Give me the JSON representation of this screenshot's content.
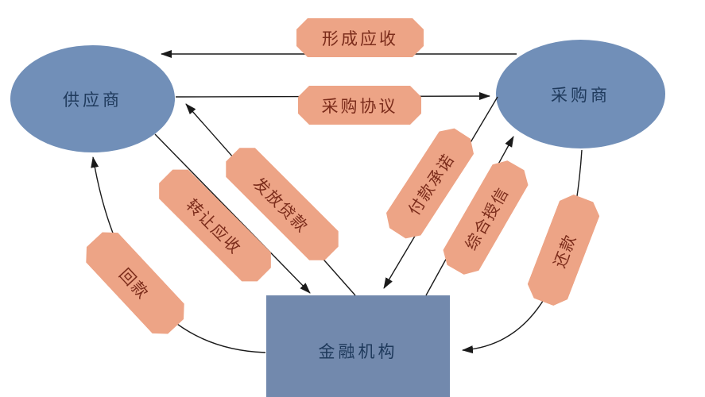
{
  "diagram": {
    "colors": {
      "node_fill": "#718fb8",
      "rect_fill": "#7289ad",
      "node_text": "#1f3a5c",
      "label_fill": "#eda486",
      "label_text": "#7b2c1b",
      "line_color": "#1a1a1a"
    },
    "nodes": {
      "supplier": {
        "label": "供应商"
      },
      "purchaser": {
        "label": "采购商"
      },
      "financial_institution": {
        "label": "金融机构"
      }
    },
    "edges": {
      "form_receivable": {
        "label": "形成应收",
        "from": "purchaser",
        "to": "supplier"
      },
      "purchase_agreement": {
        "label": "采购协议",
        "from": "supplier",
        "to": "purchaser"
      },
      "issue_loan": {
        "label": "发放贷款",
        "from": "financial_institution",
        "to": "supplier"
      },
      "transfer_receivable": {
        "label": "转让应收",
        "from": "supplier",
        "to": "financial_institution"
      },
      "collect_payment": {
        "label": "回款",
        "from": "financial_institution",
        "to": "supplier"
      },
      "payment_commitment": {
        "label": "付款承诺",
        "from": "purchaser",
        "to": "financial_institution"
      },
      "comprehensive_credit": {
        "label": "综合授信",
        "from": "financial_institution",
        "to": "purchaser"
      },
      "repayment": {
        "label": "还款",
        "from": "purchaser",
        "to": "financial_institution"
      }
    }
  }
}
